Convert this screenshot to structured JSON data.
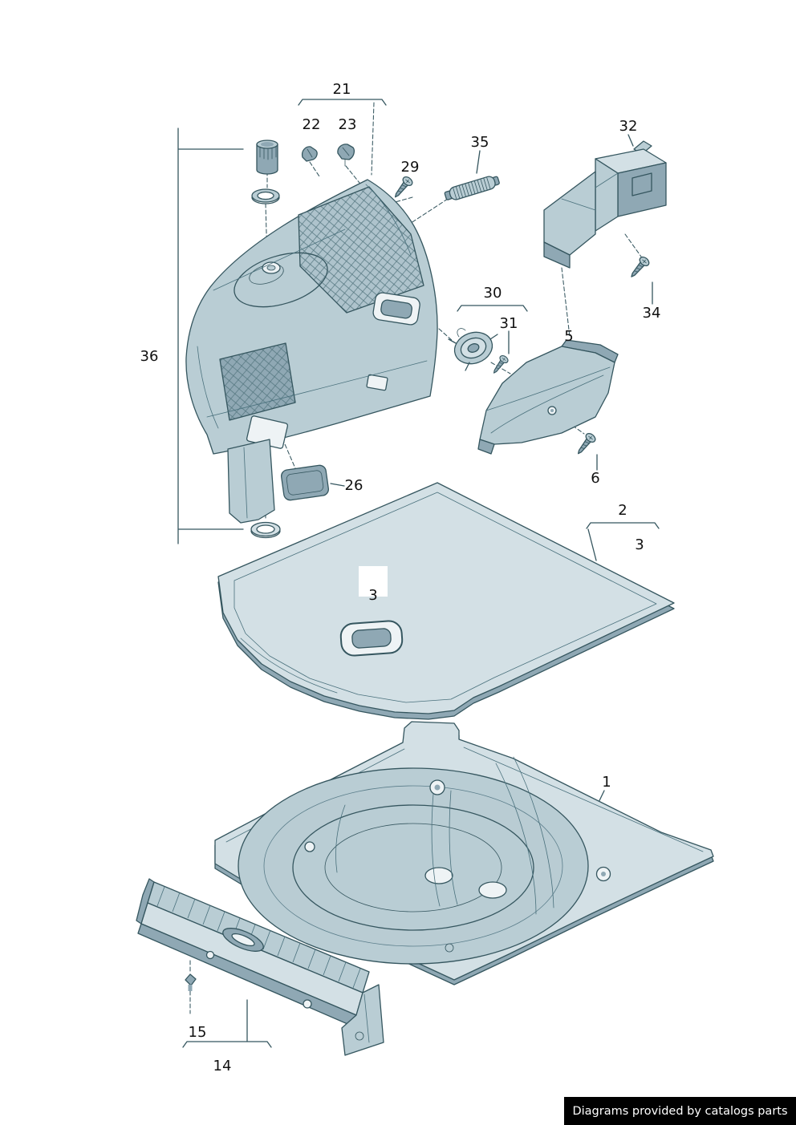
{
  "diagram": {
    "labels": [
      {
        "part": "21",
        "text": "21"
      },
      {
        "part": "22",
        "text": "22"
      },
      {
        "part": "23",
        "text": "23"
      },
      {
        "part": "29",
        "text": "29"
      },
      {
        "part": "35",
        "text": "35"
      },
      {
        "part": "32",
        "text": "32"
      },
      {
        "part": "34",
        "text": "34"
      },
      {
        "part": "30",
        "text": "30"
      },
      {
        "part": "31",
        "text": "31"
      },
      {
        "part": "5",
        "text": "5"
      },
      {
        "part": "6",
        "text": "6"
      },
      {
        "part": "36",
        "text": "36"
      },
      {
        "part": "26",
        "text": "26"
      },
      {
        "part": "2",
        "text": "2"
      },
      {
        "part": "3",
        "text": "3"
      },
      {
        "part": "3b",
        "text": "3"
      },
      {
        "part": "1",
        "text": "1"
      },
      {
        "part": "15",
        "text": "15"
      },
      {
        "part": "14",
        "text": "14"
      }
    ]
  },
  "footer": {
    "text": "Diagrams provided by catalogs parts"
  },
  "colors": {
    "line": "#35565f",
    "fill_light": "#d3e0e5",
    "fill_mid": "#b9cdd4",
    "fill_dark": "#8fa8b4",
    "background": "#ffffff",
    "footer_bg": "#000000",
    "footer_text": "#ffffff",
    "label_text": "#111111"
  }
}
